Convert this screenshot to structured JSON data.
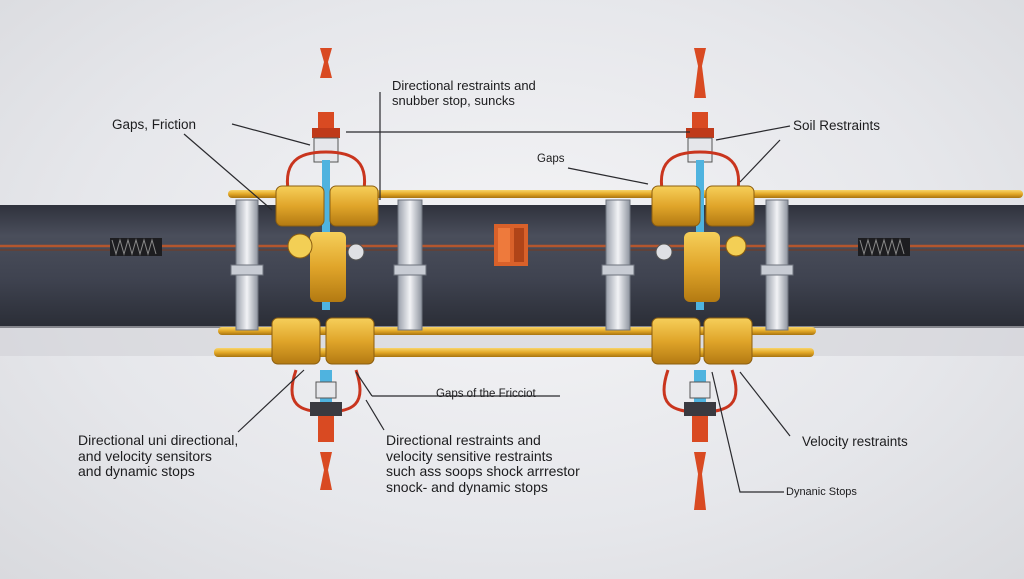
{
  "diagram": {
    "labels": {
      "gaps_friction": "Gaps, Friction",
      "directional_top": "Directional restraints and\nsnubber stop, suncks",
      "soil_restraints": "Soil Restraints",
      "gaps": "Gaps",
      "gaps_of_friction": "Gaps of the Fricciot",
      "directional_left": "Directional uni directional,\nand velocity  sensitors\nand dynamic stops",
      "directional_center": "Directional restraints and\nvelocity sensitive restraints\nsuch ass soops shock arrrestor\nsnock- and dynamic stops",
      "velocity_restraints": "Velocity restraints",
      "dynamic_stops": "Dynanic Stops"
    },
    "colors": {
      "pipe_dark": "#3f4350",
      "pipe_light": "#5a5f6d",
      "rod_yellow": "#e3a826",
      "clamp_gold": "#e0a52a",
      "accent_red": "#d94a22",
      "copper_line": "#b4562e",
      "cable_blue": "#4fb3df",
      "background": "#e9eaee"
    }
  }
}
